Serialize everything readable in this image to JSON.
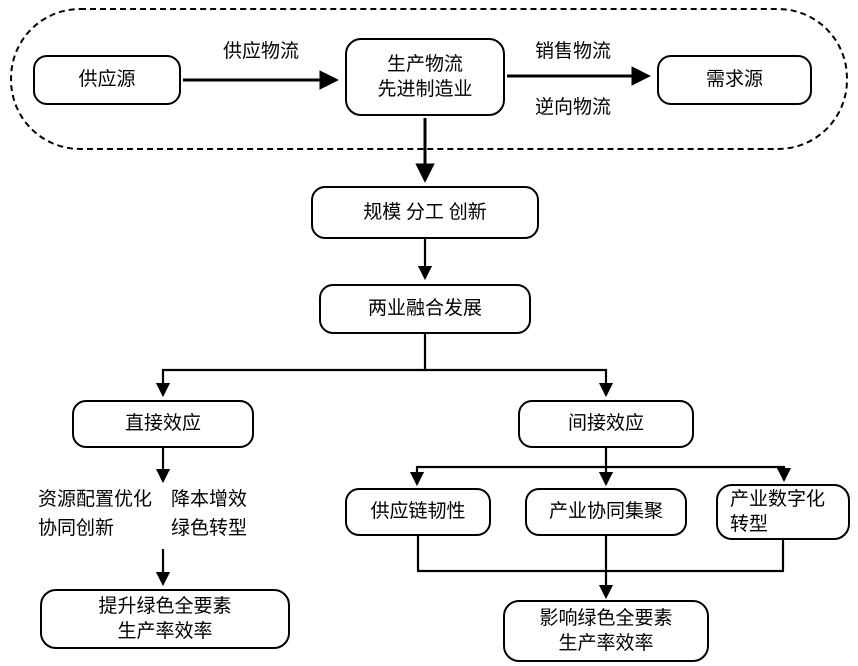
{
  "diagram": {
    "nodes": {
      "supply_source": "供应源",
      "production": "生产物流\n先进制造业",
      "demand_source": "需求源",
      "scale_division_innovation": "规模 分工 创新",
      "industry_integration": "两业融合发展",
      "direct_effect": "直接效应",
      "indirect_effect": "间接效应",
      "direct_mechanisms": "资源配置优化　降本增效\n协同创新　　　绿色转型",
      "enhance_gtfp": "提升绿色全要素\n生产率效率",
      "supply_chain_resilience": "供应链韧性",
      "industry_agglomeration": "产业协同集聚",
      "digital_transformation": "产业数字化\n转型",
      "affect_gtfp": "影响绿色全要素\n生产率效率"
    },
    "edge_labels": {
      "supply_logistics": "供应物流",
      "sales_logistics": "销售物流",
      "reverse_logistics": "逆向物流"
    },
    "colors": {
      "line": "#000000",
      "background": "#ffffff"
    }
  }
}
